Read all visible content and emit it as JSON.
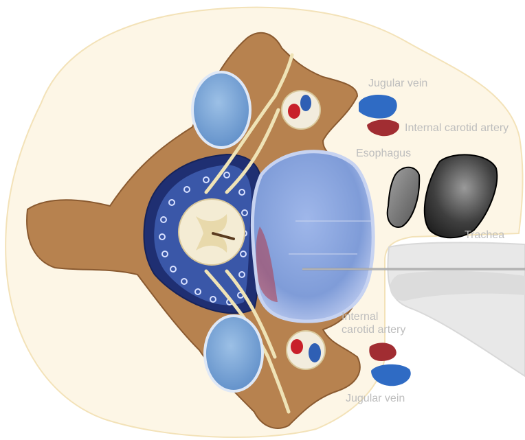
{
  "labels": {
    "jugular_vein_top": "Jugular vein",
    "internal_carotid_top": "Internal carotid artery",
    "esophagus": "Esophagus",
    "trachea": "Trachea",
    "internal_carotid_bottom_line1": "Internal",
    "internal_carotid_bottom_line2": "carotid artery",
    "jugular_vein_bottom": "Jugular vein"
  },
  "colors": {
    "label_text": "#bdbdbd",
    "neck_outline_fill": "#fdf6e6",
    "neck_outline_stroke": "#f3e2b8",
    "bone": "#b7824f",
    "bone_dark": "#8a5a30",
    "disc": "#8ea8dc",
    "cartilage": "#7ea6d6",
    "spinal_cord": "#f4ecd4",
    "vein": "#2f6bc4",
    "artery": "#a12d32",
    "esophagus": "#7a7a7a",
    "trachea": "#3a3a3a",
    "needle": "#9a9a9a",
    "hand": "#e6e6e6"
  }
}
